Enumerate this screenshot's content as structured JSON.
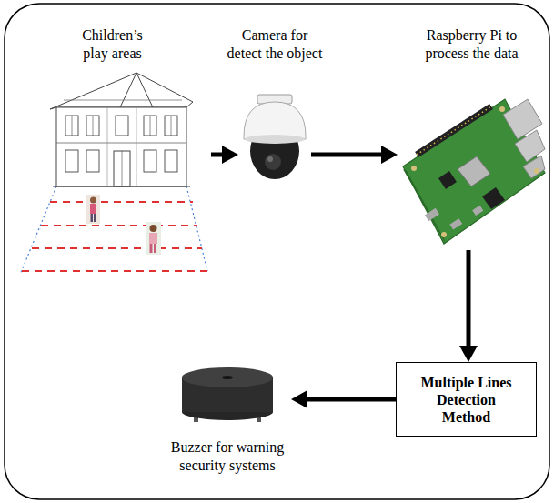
{
  "diagram": {
    "nodes": [
      {
        "text": [
          "Children’s play areas"
        ]
      },
      {
        "text": [
          "Camera for detect the object"
        ]
      },
      {
        "text": [
          "Raspberry Pi to process the data"
        ]
      },
      {
        "text": [
          "Multiple Lines Detection Method"
        ]
      },
      {
        "text": [
          "Buzzer for warning security systems"
        ]
      }
    ],
    "edges": [
      {
        "from": 0,
        "to": 1,
        "arrow": "to"
      },
      {
        "from": 1,
        "to": 2,
        "arrow": "to"
      },
      {
        "from": 2,
        "to": 3,
        "arrow": "to"
      },
      {
        "from": 3,
        "to": 4,
        "arrow": "to"
      }
    ]
  }
}
